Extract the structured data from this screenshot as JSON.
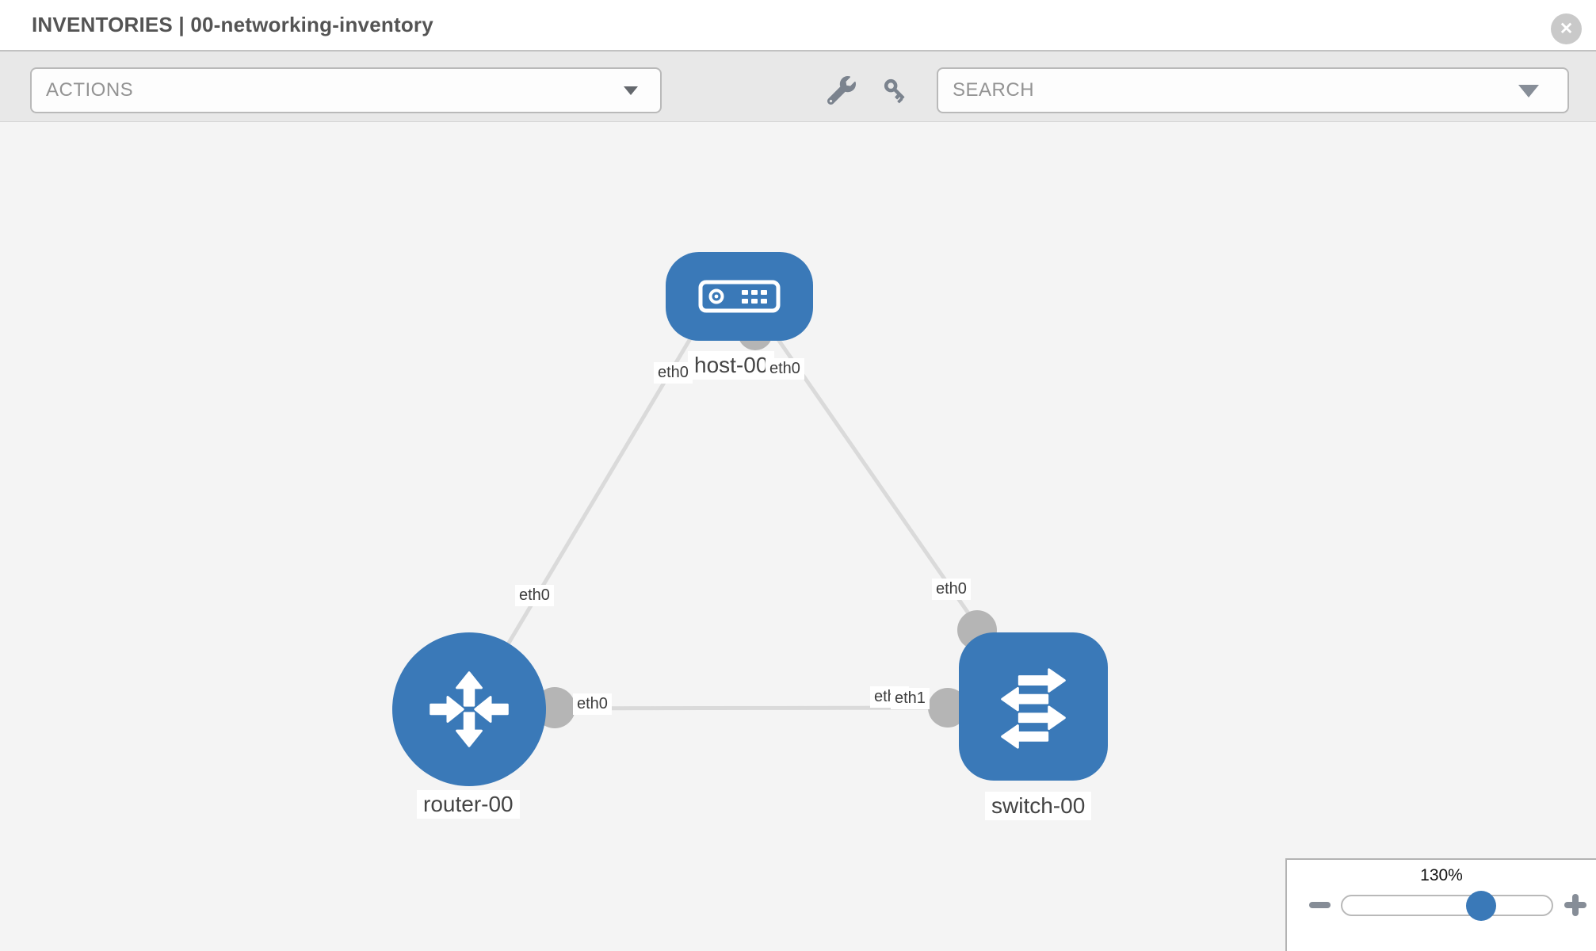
{
  "header": {
    "section": "INVENTORIES",
    "separator": "|",
    "inventory_name": "00-networking-inventory",
    "close_glyph": "✕"
  },
  "toolbar": {
    "actions_label": "ACTIONS",
    "search_placeholder": "SEARCH",
    "icons": [
      "wrench-icon",
      "key-icon"
    ]
  },
  "canvas": {
    "nodes": [
      {
        "id": "host-00",
        "label": "host-00",
        "type": "host",
        "shape": "rounded-rect",
        "icon": "server-icon"
      },
      {
        "id": "router-00",
        "label": "router-00",
        "type": "router",
        "shape": "circle",
        "icon": "router-arrows-icon"
      },
      {
        "id": "switch-00",
        "label": "switch-00",
        "type": "switch",
        "shape": "rounded-square",
        "icon": "switch-arrows-icon"
      }
    ],
    "links": [
      {
        "from": "host-00",
        "to": "router-00",
        "from_iface": "eth0",
        "to_iface": "eth0"
      },
      {
        "from": "host-00",
        "to": "switch-00",
        "from_iface": "eth0",
        "to_iface": "eth0"
      },
      {
        "from": "router-00",
        "to": "switch-00",
        "from_iface": "eth0",
        "to_iface": "eth1"
      }
    ],
    "iface_labels": {
      "host_left": "eth0",
      "host_right": "eth0",
      "router_top": "eth0",
      "router_right": "eth0",
      "switch_top": "eth0",
      "switch_left_back": "eth0",
      "switch_left_front": "eth1"
    },
    "colors": {
      "node_blue": "#3a79b8",
      "port_gray": "#b5b5b5",
      "link_gray": "#dadada",
      "canvas_bg": "#f4f4f4"
    }
  },
  "zoom_control": {
    "level": "130%"
  }
}
